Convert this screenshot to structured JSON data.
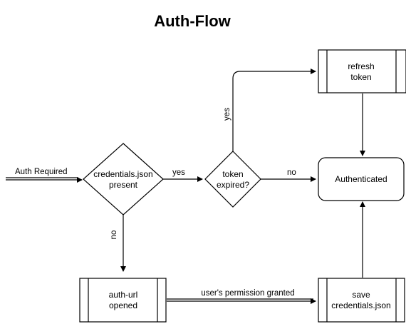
{
  "title": "Auth-Flow",
  "nodes": {
    "credentials_present": {
      "line1": "credentials.json",
      "line2": "present"
    },
    "token_expired": {
      "line1": "token",
      "line2": "expired?"
    },
    "refresh_token": {
      "line1": "refresh",
      "line2": "token"
    },
    "authenticated": {
      "label": "Authenticated"
    },
    "auth_url_opened": {
      "line1": "auth-url",
      "line2": "opened"
    },
    "save_credentials": {
      "line1": "save",
      "line2": "credentials.json"
    }
  },
  "edges": {
    "start": "Auth Required",
    "present_yes": "yes",
    "present_no": "no",
    "expired_yes": "yes",
    "expired_no": "no",
    "permission": "user's permission granted"
  }
}
